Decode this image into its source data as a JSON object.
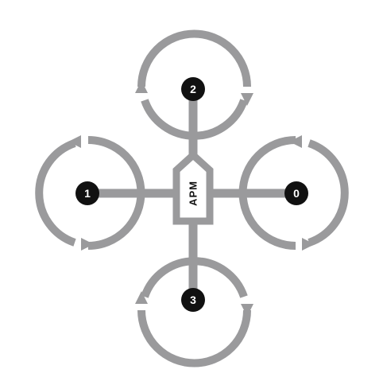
{
  "controller": {
    "label": "APM"
  },
  "motors": [
    {
      "id": "motor-0",
      "label": "0",
      "arrow_direction": "clockwise"
    },
    {
      "id": "motor-1",
      "label": "1",
      "arrow_direction": "clockwise"
    },
    {
      "id": "motor-2",
      "label": "2",
      "arrow_direction": "counterclockwise"
    },
    {
      "id": "motor-3",
      "label": "3",
      "arrow_direction": "counterclockwise"
    }
  ],
  "colors": {
    "frame": "#9a9a9c",
    "frame_fill": "#ffffff",
    "badge": "#111111",
    "badge_text": "#ffffff",
    "controller_text": "#111111",
    "background": "#ffffff"
  }
}
